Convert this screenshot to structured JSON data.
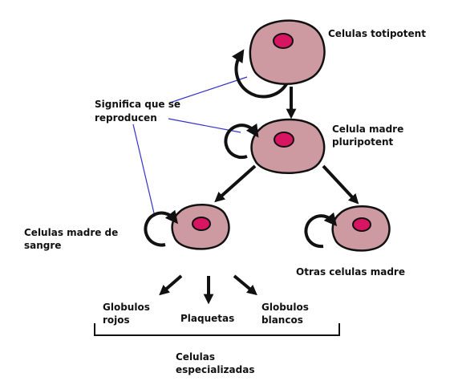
{
  "labels": {
    "totipotent": "Celulas totipotent",
    "pluripotent_1": "Celula madre",
    "pluripotent_2": "pluripotent",
    "significa_1": "Significa que se",
    "significa_2": "reproducen",
    "blood_1": "Celulas madre de",
    "blood_2": "sangre",
    "other": "Otras celulas madre",
    "red_1": "Globulos",
    "red_2": "rojos",
    "platelets": "Plaquetas",
    "white_1": "Globulos",
    "white_2": "blancos",
    "specialized_1": "Celulas",
    "specialized_2": "especializadas"
  },
  "colors": {
    "cell_body": "#cc9aa0",
    "nucleus": "#d81560",
    "outline": "#111111",
    "pointer_line": "#3333cc",
    "background": "#ffffff"
  }
}
